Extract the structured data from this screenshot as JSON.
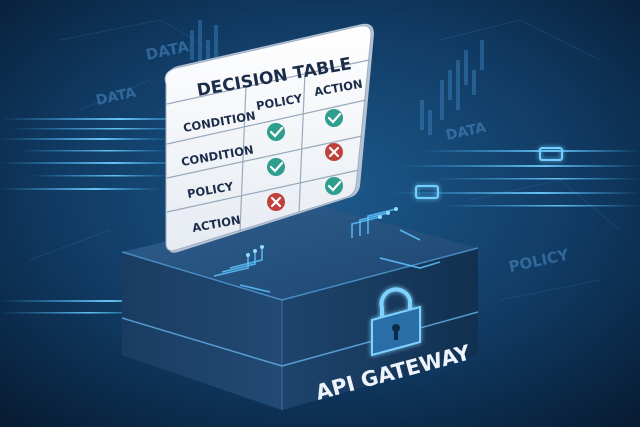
{
  "background_labels": {
    "data_1": "DATA",
    "data_2": "DATA",
    "data_3": "DATA",
    "policy": "POLICY"
  },
  "decision_table": {
    "title": "DECISION TABLE",
    "columns": [
      "POLICY",
      "ACTION"
    ],
    "rows": [
      {
        "label": "CONDITION",
        "policy": "check",
        "action": "check"
      },
      {
        "label": "CONDITION",
        "policy": "check",
        "action": "cross"
      },
      {
        "label": "POLICY",
        "policy": "check",
        "action": "check"
      },
      {
        "label": "ACTION",
        "policy": "cross",
        "action": ""
      }
    ]
  },
  "gateway": {
    "label": "API GATEWAY",
    "icon": "padlock-icon"
  },
  "colors": {
    "background": "#0b2440",
    "glow": "#3fb8ff",
    "check": "#2f9e8f",
    "cross": "#c0413a",
    "panel": "#f4f6f9"
  }
}
